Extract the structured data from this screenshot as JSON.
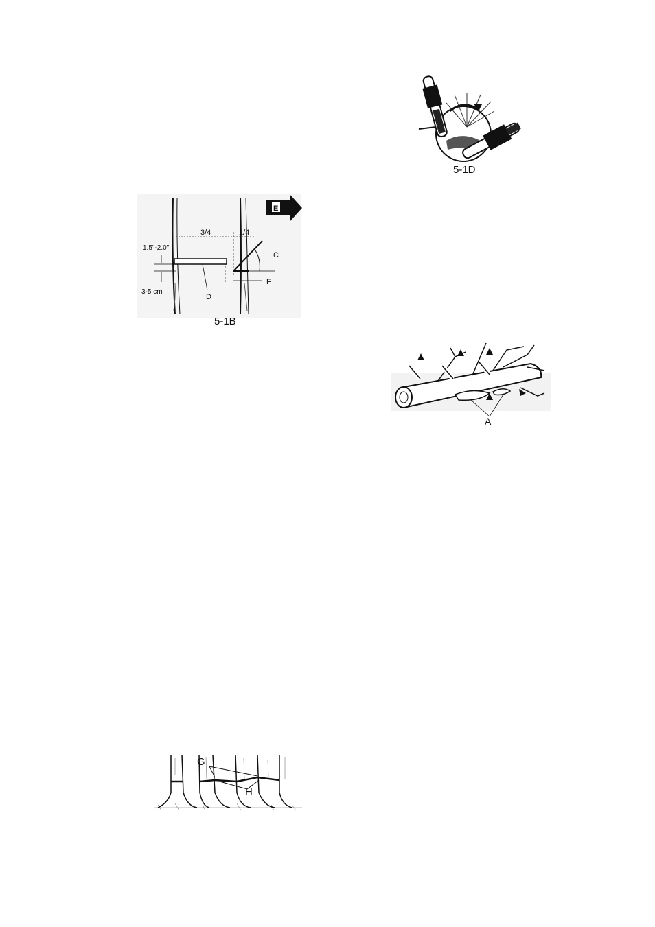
{
  "figure_5_1D": {
    "caption": "5-1D"
  },
  "figure_5_1B": {
    "caption": "5-1B",
    "label_3_4": "3/4",
    "label_1_4": "1/4",
    "label_in": "1.5\"-2.0\"",
    "label_cm": "3-5 cm",
    "label_C": "C",
    "label_D": "D",
    "label_E": "E",
    "label_F": "F"
  },
  "figure_limbing": {
    "label_A": "A"
  },
  "figure_stumps": {
    "label_G": "G",
    "label_H": "H"
  }
}
